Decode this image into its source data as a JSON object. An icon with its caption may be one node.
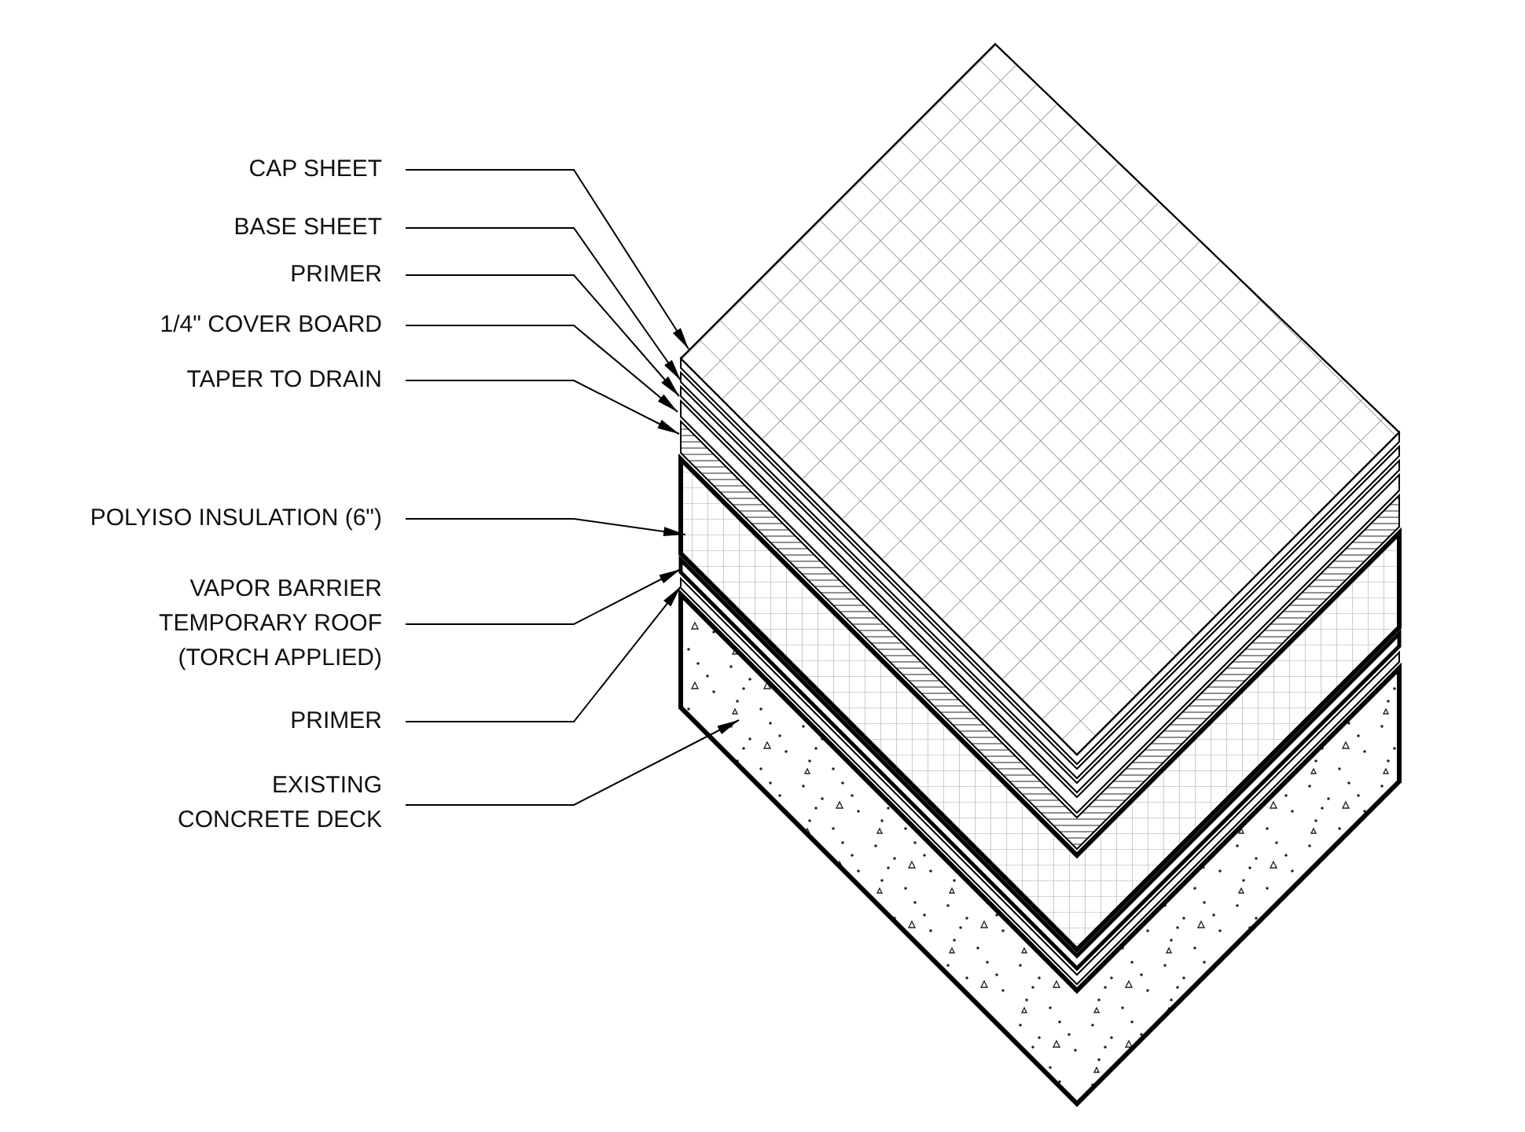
{
  "diagram": {
    "nodes": [
      {
        "text": [
          "CAP SHEET"
        ]
      },
      {
        "text": [
          "BASE SHEET"
        ]
      },
      {
        "text": [
          "PRIMER"
        ]
      },
      {
        "text": [
          "1/4\" COVER BOARD"
        ]
      },
      {
        "text": [
          "TAPER TO DRAIN"
        ]
      },
      {
        "text": [
          "POLYISO INSULATION (6\")"
        ]
      },
      {
        "text": [
          "VAPOR BARRIER TEMPORARY ROOF (TORCH APPLIED)"
        ]
      },
      {
        "text": [
          "PRIMER"
        ]
      },
      {
        "text": [
          "EXISTING CONCRETE DECK"
        ]
      },
      {
        "text": [],
        "shape": "diamond"
      },
      {
        "text": [],
        "shape": "box"
      },
      {
        "text": [],
        "shape": "box"
      },
      {
        "text": [],
        "shape": "box"
      },
      {
        "text": [],
        "shape": "box"
      },
      {
        "text": [],
        "shape": "box"
      },
      {
        "text": [],
        "shape": "box"
      },
      {
        "text": [],
        "shape": "box"
      },
      {
        "text": [],
        "shape": "box"
      }
    ],
    "edges": [
      {
        "from": 0,
        "to": 9,
        "arrow": "to"
      },
      {
        "from": 1,
        "to": 10,
        "arrow": "to"
      },
      {
        "from": 2,
        "to": 11,
        "arrow": "to"
      },
      {
        "from": 3,
        "to": 12,
        "arrow": "to"
      },
      {
        "from": 4,
        "to": 13,
        "arrow": "to"
      },
      {
        "from": 5,
        "to": 14,
        "arrow": "to"
      },
      {
        "from": 6,
        "to": 15,
        "arrow": "to"
      },
      {
        "from": 7,
        "to": 16,
        "arrow": "to"
      },
      {
        "from": 8,
        "to": 17,
        "arrow": "to"
      }
    ]
  }
}
